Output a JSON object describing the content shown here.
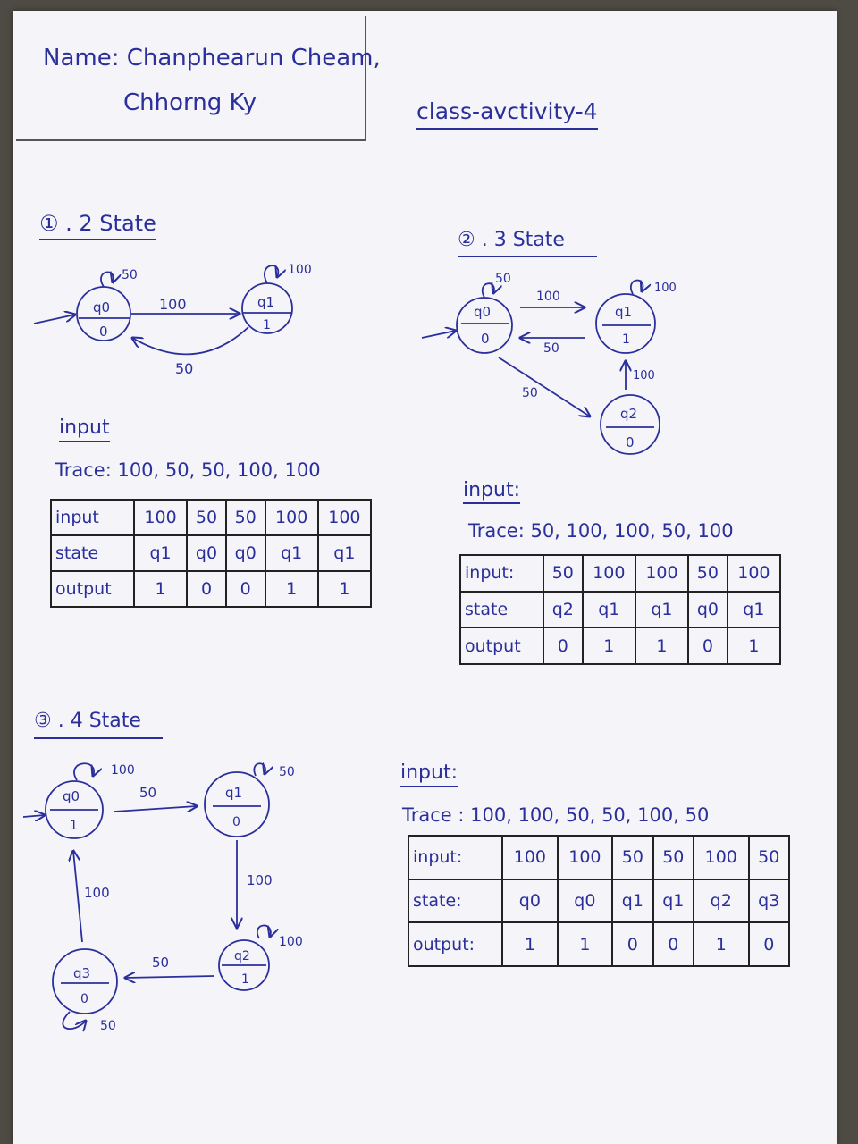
{
  "header": {
    "name_line1": "Name: Chanphearun Cheam,",
    "name_line2": "Chhorng Ky",
    "title": "class-avctivity-4"
  },
  "section1": {
    "heading": "① . 2 State",
    "states": [
      {
        "name": "q0",
        "output": "0"
      },
      {
        "name": "q1",
        "output": "1"
      }
    ],
    "transitions": [
      "50",
      "100",
      "100",
      "50"
    ],
    "input_label": "input",
    "trace_label": "Trace: 100, 50, 50, 100, 100",
    "table": {
      "rows": [
        {
          "label": "input",
          "cells": [
            "100",
            "50",
            "50",
            "100",
            "100"
          ]
        },
        {
          "label": "state",
          "cells": [
            "q1",
            "q0",
            "q0",
            "q1",
            "q1"
          ]
        },
        {
          "label": "output",
          "cells": [
            "1",
            "0",
            "0",
            "1",
            "1"
          ]
        }
      ]
    }
  },
  "section2": {
    "heading": "② . 3 State",
    "states": [
      {
        "name": "q0",
        "output": "0"
      },
      {
        "name": "q1",
        "output": "1"
      },
      {
        "name": "q2",
        "output": "0"
      }
    ],
    "transitions": [
      "50",
      "100",
      "100",
      "50",
      "100",
      "50"
    ],
    "input_label": "input:",
    "trace_label": "Trace: 50, 100, 100, 50, 100",
    "table": {
      "rows": [
        {
          "label": "input:",
          "cells": [
            "50",
            "100",
            "100",
            "50",
            "100"
          ]
        },
        {
          "label": "state",
          "cells": [
            "q2",
            "q1",
            "q1",
            "q0",
            "q1"
          ]
        },
        {
          "label": "output",
          "cells": [
            "0",
            "1",
            "1",
            "0",
            "1"
          ]
        }
      ]
    }
  },
  "section3": {
    "heading": "③ . 4 State",
    "states": [
      {
        "name": "q0",
        "output": "1"
      },
      {
        "name": "q1",
        "output": "0"
      },
      {
        "name": "q2",
        "output": "1"
      },
      {
        "name": "q3",
        "output": "0"
      }
    ],
    "transitions": [
      "100",
      "50",
      "50",
      "100",
      "100",
      "50",
      "50",
      "100"
    ],
    "input_label": "input:",
    "trace_label": "Trace : 100, 100, 50, 50, 100, 50",
    "table": {
      "rows": [
        {
          "label": "input:",
          "cells": [
            "100",
            "100",
            "50",
            "50",
            "100",
            "50"
          ]
        },
        {
          "label": "state:",
          "cells": [
            "q0",
            "q0",
            "q1",
            "q1",
            "q2",
            "q3"
          ]
        },
        {
          "label": "output:",
          "cells": [
            "1",
            "1",
            "0",
            "0",
            "1",
            "0"
          ]
        }
      ]
    }
  }
}
